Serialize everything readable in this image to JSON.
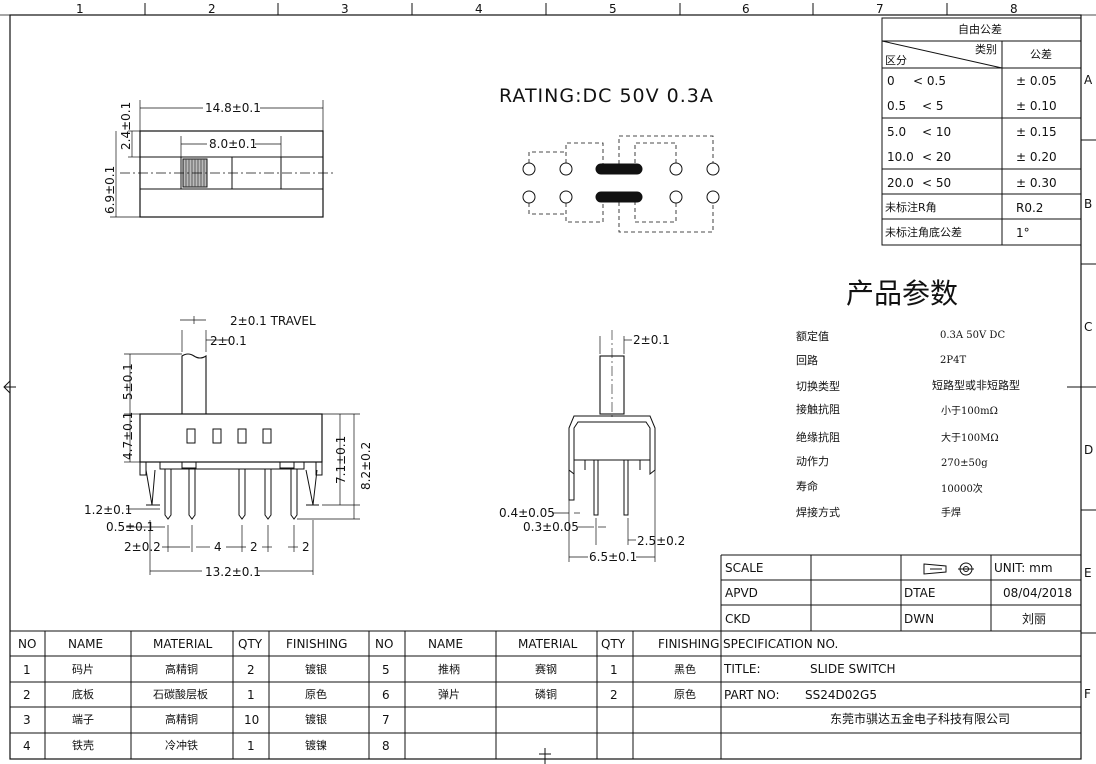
{
  "grid": {
    "cols": [
      "1",
      "2",
      "3",
      "4",
      "5",
      "6",
      "7",
      "8"
    ],
    "rows": [
      "A",
      "B",
      "C",
      "D",
      "E",
      "F"
    ]
  },
  "rating": "RATING:DC 50V 0.3A",
  "tolerance_table": {
    "title": "自由公差",
    "header_category": "类别",
    "header_range": "区分",
    "header_tol": "公差",
    "rows": [
      {
        "from": "0",
        "to": "< 0.5",
        "tol": "± 0.05"
      },
      {
        "from": "0.5",
        "to": "< 5",
        "tol": "± 0.10"
      },
      {
        "from": "5.0",
        "to": "< 10",
        "tol": "± 0.15"
      },
      {
        "from": "10.0",
        "to": "< 20",
        "tol": "± 0.20"
      },
      {
        "from": "20.0",
        "to": "< 50",
        "tol": "± 0.30"
      }
    ],
    "r_label": "未标注R角",
    "r_value": "R0.2",
    "angle_label": "未标注角底公差",
    "angle_value": "1°"
  },
  "params": {
    "title": "产品参数",
    "items": [
      {
        "label": "额定值",
        "value": "0.3A 50V DC"
      },
      {
        "label": "回路",
        "value": "2P4T"
      },
      {
        "label": "切换类型",
        "value": "短路型或非短路型"
      },
      {
        "label": "接触抗阻",
        "value": "小于100mΩ"
      },
      {
        "label": "绝缘抗阻",
        "value": "大于100MΩ"
      },
      {
        "label": "动作力",
        "value": "270±50g"
      },
      {
        "label": "寿命",
        "value": "10000次"
      },
      {
        "label": "焊接方式",
        "value": "手焊"
      }
    ]
  },
  "dims": {
    "top_width": "14.8±0.1",
    "top_slot": "8.0±0.1",
    "top_h1": "2.4±0.1",
    "top_h2": "6.9±0.1",
    "travel": "2±0.1 TRAVEL",
    "knob_w": "2±0.1",
    "knob_h": "5±0.1",
    "body_h": "4.7±0.1",
    "h71": "7.1±0.1",
    "h82": "8.2±0.2",
    "d12": "1.2±0.1",
    "d05": "0.5±0.1",
    "d2a": "2±0.2",
    "d4": "4",
    "d2b": "2",
    "d2c": "2",
    "d132": "13.2±0.1",
    "side_knob": "2±0.1",
    "d04": "0.4±0.05",
    "d03": "0.3±0.05",
    "d25": "2.5±0.2",
    "d65": "6.5±0.1"
  },
  "title_block": {
    "scale": "SCALE",
    "unit": "UNIT: mm",
    "apvd": "APVD",
    "dtae": "DTAE",
    "date": "08/04/2018",
    "ckd": "CKD",
    "dwn": "DWN",
    "drawer": "刘丽",
    "spec": "SPECIFICATION NO.",
    "title_label": "TITLE:",
    "title_value": "SLIDE SWITCH",
    "part_label": "PART NO:",
    "part_value": "SS24D02G5",
    "company": "东莞市骐达五金电子科技有限公司"
  },
  "bom": {
    "headers": [
      "NO",
      "NAME",
      "MATERIAL",
      "QTY",
      "FINISHING",
      "NO",
      "NAME",
      "MATERIAL",
      "QTY",
      "FINISHING"
    ],
    "rows": [
      [
        "1",
        "码片",
        "高精铜",
        "2",
        "镀银",
        "5",
        "推柄",
        "赛钢",
        "1",
        "黑色"
      ],
      [
        "2",
        "底板",
        "石碳酸层板",
        "1",
        "原色",
        "6",
        "弹片",
        "磷铜",
        "2",
        "原色"
      ],
      [
        "3",
        "端子",
        "高精铜",
        "10",
        "镀银",
        "7",
        "",
        "",
        "",
        ""
      ],
      [
        "4",
        "铁壳",
        "冷冲铁",
        "1",
        "镀镍",
        "8",
        "",
        "",
        "",
        ""
      ]
    ]
  }
}
